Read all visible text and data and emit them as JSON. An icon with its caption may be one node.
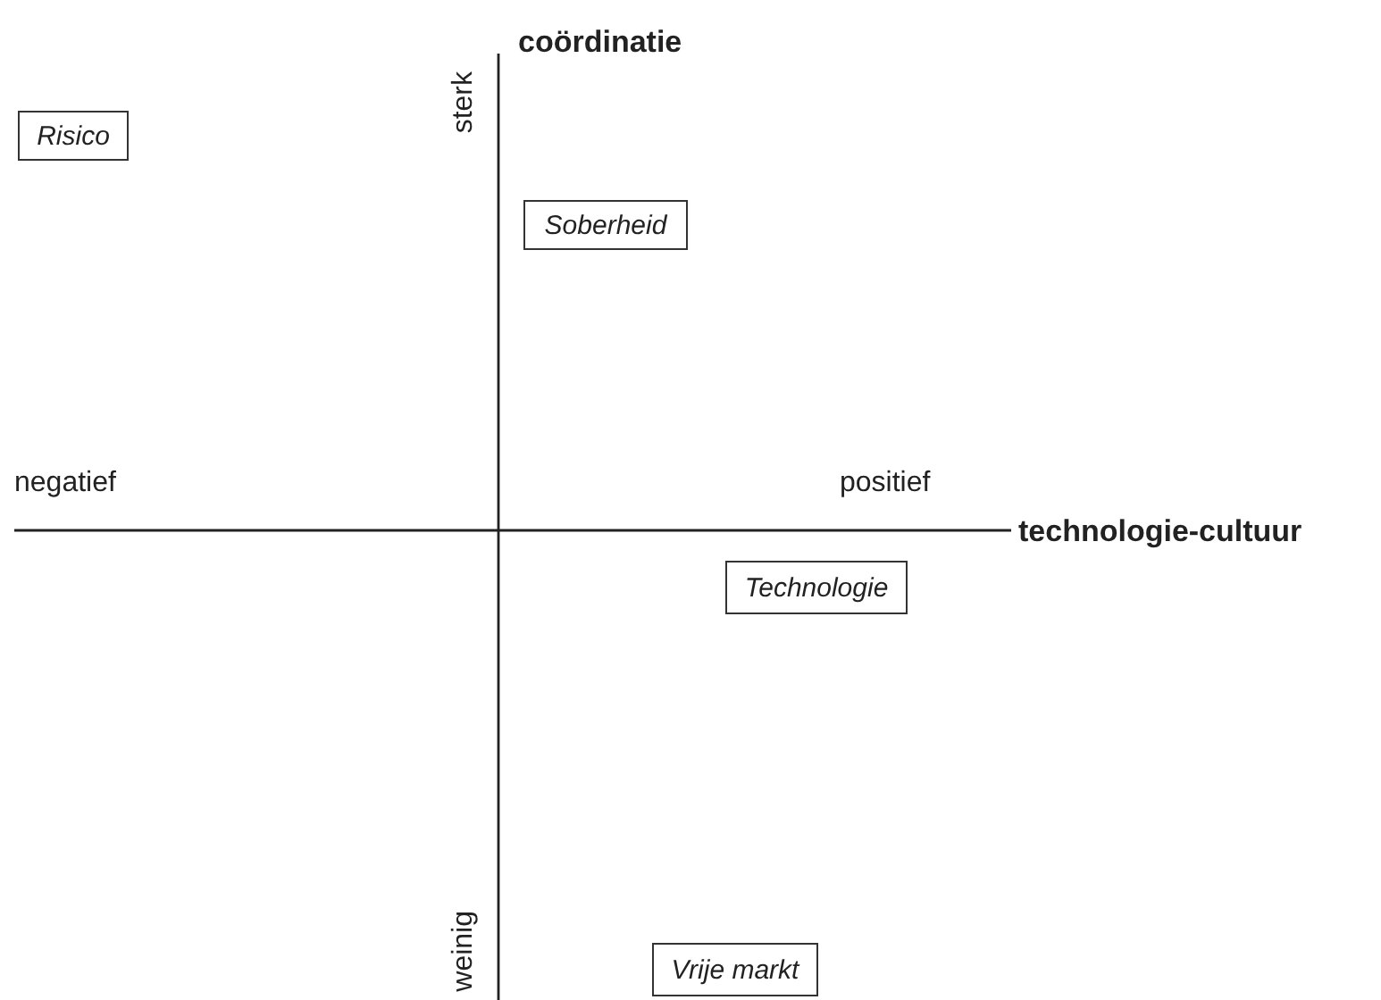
{
  "diagram": {
    "nodes": [
      {
        "text": [
          "Risico"
        ]
      },
      {
        "text": [
          "Soberheid"
        ]
      },
      {
        "text": [
          "Technologie"
        ]
      },
      {
        "text": [
          "Vrije markt"
        ]
      }
    ],
    "labels": [
      "coördinatie",
      "sterk",
      "negatief",
      "positief",
      "technologie-cultuur",
      "weinig"
    ]
  }
}
